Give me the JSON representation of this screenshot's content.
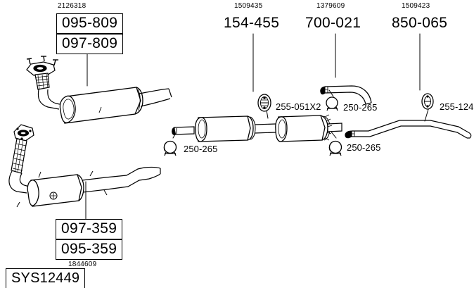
{
  "diagram": {
    "type": "exhaust-system-parts-diagram",
    "system_code": "SYS12449",
    "background_color": "#ffffff",
    "line_color": "#000000"
  },
  "top_labels": [
    {
      "ref": "2126318",
      "part_primary": "095-809",
      "part_secondary": "097-809",
      "boxed": true
    },
    {
      "ref": "1509435",
      "part_primary": "154-455",
      "boxed": false
    },
    {
      "ref": "1379609",
      "part_primary": "700-021",
      "boxed": false
    },
    {
      "ref": "1509423",
      "part_primary": "850-065",
      "boxed": false
    }
  ],
  "bottom_labels": [
    {
      "ref": "1844609",
      "part_primary": "097-359",
      "part_secondary": "095-359",
      "boxed": true
    }
  ],
  "accessories": [
    {
      "code": "255-051X2",
      "icon": "gasket-oval-icon"
    },
    {
      "code": "250-265",
      "icon": "clamp-icon"
    },
    {
      "code": "255-124",
      "icon": "gasket-oval-icon"
    },
    {
      "code": "250-265",
      "icon": "clamp-icon"
    },
    {
      "code": "250-265",
      "icon": "clamp-icon"
    }
  ],
  "parts": [
    {
      "name": "front-pipe-with-resonator",
      "label": "095-809 / 097-809"
    },
    {
      "name": "catalytic-converter-pipe",
      "label": "097-359 / 095-359"
    },
    {
      "name": "centre-silencer",
      "label": "154-455"
    },
    {
      "name": "rear-silencer",
      "label": "700-021"
    },
    {
      "name": "tail-pipe",
      "label": "850-065"
    },
    {
      "name": "connector-pipe",
      "label": ""
    }
  ]
}
